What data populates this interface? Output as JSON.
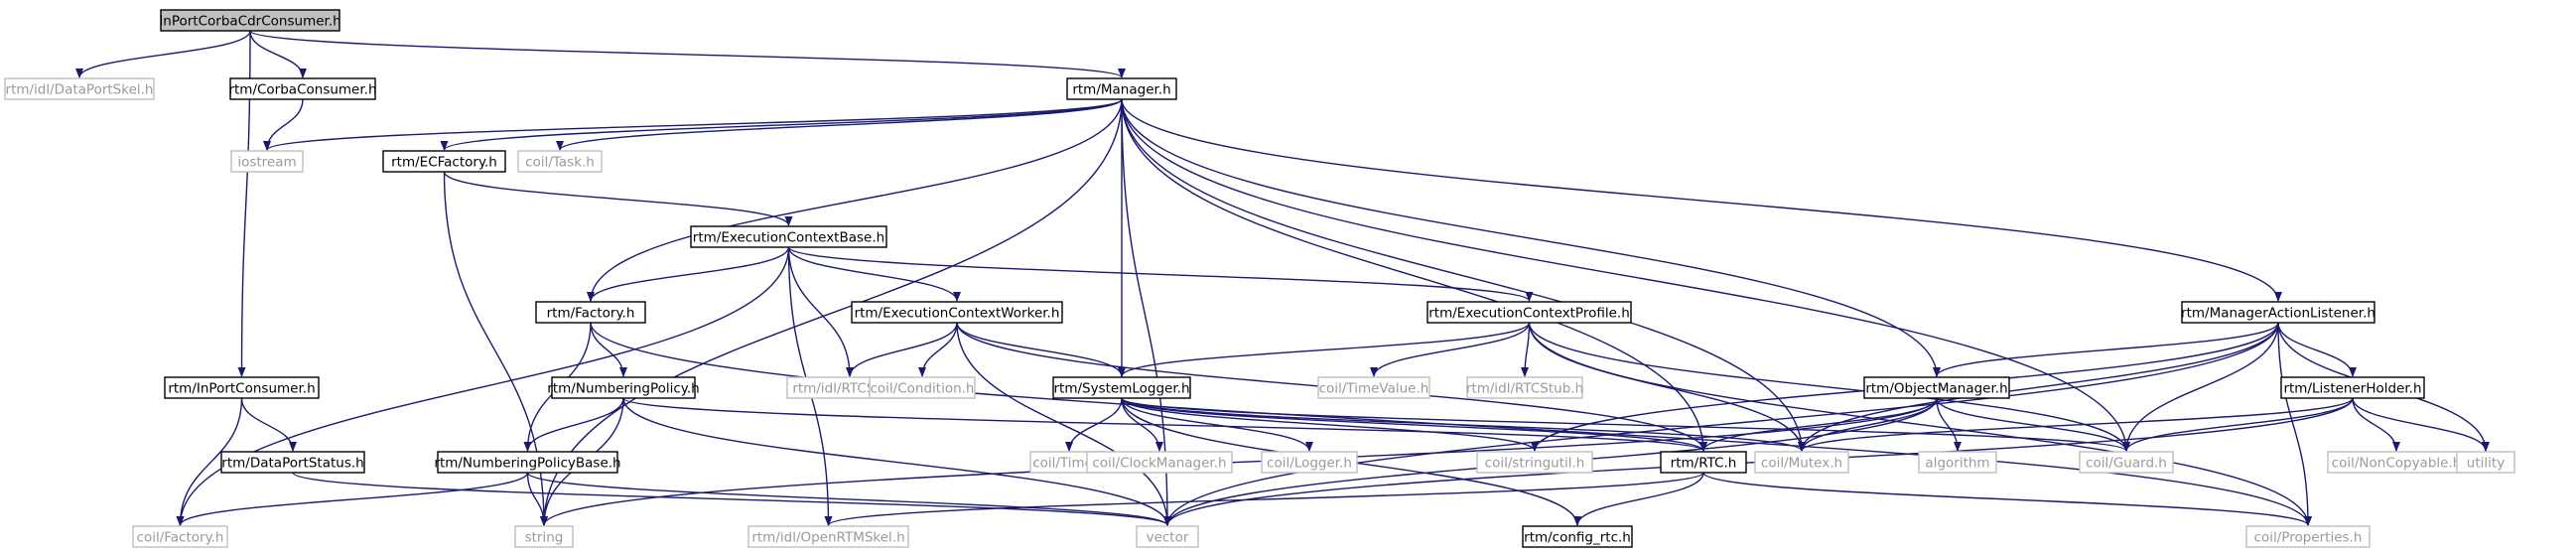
{
  "diagram": {
    "type": "include-dependency-graph",
    "nodes": [
      {
        "id": "root",
        "label": "InPortCorbaCdrConsumer.h",
        "kind": "root"
      },
      {
        "id": "dataportskel",
        "label": "rtm/idl/DataPortSkel.h",
        "kind": "external"
      },
      {
        "id": "corbaconsumer",
        "label": "rtm/CorbaConsumer.h",
        "kind": "local"
      },
      {
        "id": "manager",
        "label": "rtm/Manager.h",
        "kind": "local"
      },
      {
        "id": "iostream",
        "label": "iostream",
        "kind": "external"
      },
      {
        "id": "ecfactory",
        "label": "rtm/ECFactory.h",
        "kind": "local"
      },
      {
        "id": "task",
        "label": "coil/Task.h",
        "kind": "external"
      },
      {
        "id": "ecbase",
        "label": "rtm/ExecutionContextBase.h",
        "kind": "local"
      },
      {
        "id": "factory",
        "label": "rtm/Factory.h",
        "kind": "local"
      },
      {
        "id": "ecworker",
        "label": "rtm/ExecutionContextWorker.h",
        "kind": "local"
      },
      {
        "id": "ecprofile",
        "label": "rtm/ExecutionContextProfile.h",
        "kind": "local"
      },
      {
        "id": "mal",
        "label": "rtm/ManagerActionListener.h",
        "kind": "local"
      },
      {
        "id": "inportconsumer",
        "label": "rtm/InPortConsumer.h",
        "kind": "local"
      },
      {
        "id": "numpolicy",
        "label": "rtm/NumberingPolicy.h",
        "kind": "local"
      },
      {
        "id": "rtcskel",
        "label": "rtm/idl/RTCSkel.h",
        "kind": "external"
      },
      {
        "id": "condition",
        "label": "coil/Condition.h",
        "kind": "external"
      },
      {
        "id": "syslogger",
        "label": "rtm/SystemLogger.h",
        "kind": "local"
      },
      {
        "id": "timevalue",
        "label": "coil/TimeValue.h",
        "kind": "external"
      },
      {
        "id": "rtcstub",
        "label": "rtm/idl/RTCStub.h",
        "kind": "external"
      },
      {
        "id": "objmanager",
        "label": "rtm/ObjectManager.h",
        "kind": "local"
      },
      {
        "id": "listenerholder",
        "label": "rtm/ListenerHolder.h",
        "kind": "local"
      },
      {
        "id": "dataportstatus",
        "label": "rtm/DataPortStatus.h",
        "kind": "local"
      },
      {
        "id": "numpolicybase",
        "label": "rtm/NumberingPolicyBase.h",
        "kind": "local"
      },
      {
        "id": "time",
        "label": "coil/Time.h",
        "kind": "external"
      },
      {
        "id": "clockmanager",
        "label": "coil/ClockManager.h",
        "kind": "external"
      },
      {
        "id": "logger",
        "label": "coil/Logger.h",
        "kind": "external"
      },
      {
        "id": "stringutil",
        "label": "coil/stringutil.h",
        "kind": "external"
      },
      {
        "id": "rtc",
        "label": "rtm/RTC.h",
        "kind": "local"
      },
      {
        "id": "mutex",
        "label": "coil/Mutex.h",
        "kind": "external"
      },
      {
        "id": "algorithm",
        "label": "algorithm",
        "kind": "external"
      },
      {
        "id": "guard",
        "label": "coil/Guard.h",
        "kind": "external"
      },
      {
        "id": "noncopyable",
        "label": "coil/NonCopyable.h",
        "kind": "external"
      },
      {
        "id": "utility",
        "label": "utility",
        "kind": "external"
      },
      {
        "id": "coilfactory",
        "label": "coil/Factory.h",
        "kind": "external"
      },
      {
        "id": "string",
        "label": "string",
        "kind": "external"
      },
      {
        "id": "openrtmskel",
        "label": "rtm/idl/OpenRTMSkel.h",
        "kind": "external"
      },
      {
        "id": "vector",
        "label": "vector",
        "kind": "external"
      },
      {
        "id": "configrtc",
        "label": "rtm/config_rtc.h",
        "kind": "local"
      },
      {
        "id": "properties",
        "label": "coil/Properties.h",
        "kind": "external"
      }
    ],
    "edges": [
      [
        "root",
        "dataportskel"
      ],
      [
        "root",
        "corbaconsumer"
      ],
      [
        "root",
        "manager"
      ],
      [
        "root",
        "inportconsumer"
      ],
      [
        "corbaconsumer",
        "iostream"
      ],
      [
        "manager",
        "iostream"
      ],
      [
        "manager",
        "ecfactory"
      ],
      [
        "manager",
        "task"
      ],
      [
        "manager",
        "factory"
      ],
      [
        "manager",
        "syslogger"
      ],
      [
        "manager",
        "mal"
      ],
      [
        "manager",
        "objmanager"
      ],
      [
        "manager",
        "rtc"
      ],
      [
        "manager",
        "mutex"
      ],
      [
        "manager",
        "guard"
      ],
      [
        "manager",
        "string"
      ],
      [
        "manager",
        "vector"
      ],
      [
        "ecfactory",
        "ecbase"
      ],
      [
        "ecfactory",
        "string"
      ],
      [
        "ecbase",
        "factory"
      ],
      [
        "ecbase",
        "ecworker"
      ],
      [
        "ecbase",
        "ecprofile"
      ],
      [
        "ecbase",
        "rtcskel"
      ],
      [
        "ecbase",
        "openrtmskel"
      ],
      [
        "ecbase",
        "coilfactory"
      ],
      [
        "factory",
        "numpolicy"
      ],
      [
        "factory",
        "numpolicybase"
      ],
      [
        "factory",
        "properties"
      ],
      [
        "ecworker",
        "rtcskel"
      ],
      [
        "ecworker",
        "condition"
      ],
      [
        "ecworker",
        "syslogger"
      ],
      [
        "ecworker",
        "rtc"
      ],
      [
        "ecworker",
        "vector"
      ],
      [
        "ecprofile",
        "syslogger"
      ],
      [
        "ecprofile",
        "timevalue"
      ],
      [
        "ecprofile",
        "rtcstub"
      ],
      [
        "ecprofile",
        "mutex"
      ],
      [
        "ecprofile",
        "guard"
      ],
      [
        "ecprofile",
        "properties"
      ],
      [
        "mal",
        "objmanager"
      ],
      [
        "mal",
        "listenerholder"
      ],
      [
        "mal",
        "utility"
      ],
      [
        "mal",
        "properties"
      ],
      [
        "mal",
        "stringutil"
      ],
      [
        "mal",
        "mutex"
      ],
      [
        "mal",
        "guard"
      ],
      [
        "mal",
        "vector"
      ],
      [
        "inportconsumer",
        "dataportstatus"
      ],
      [
        "inportconsumer",
        "coilfactory"
      ],
      [
        "numpolicy",
        "numpolicybase"
      ],
      [
        "numpolicy",
        "string"
      ],
      [
        "numpolicy",
        "vector"
      ],
      [
        "numpolicy",
        "rtc"
      ],
      [
        "syslogger",
        "time"
      ],
      [
        "syslogger",
        "clockmanager"
      ],
      [
        "syslogger",
        "logger"
      ],
      [
        "syslogger",
        "stringutil"
      ],
      [
        "syslogger",
        "rtc"
      ],
      [
        "syslogger",
        "mutex"
      ],
      [
        "syslogger",
        "guard"
      ],
      [
        "syslogger",
        "configrtc"
      ],
      [
        "objmanager",
        "rtc"
      ],
      [
        "objmanager",
        "mutex"
      ],
      [
        "objmanager",
        "algorithm"
      ],
      [
        "objmanager",
        "guard"
      ],
      [
        "objmanager",
        "vector"
      ],
      [
        "objmanager",
        "string"
      ],
      [
        "listenerholder",
        "mutex"
      ],
      [
        "listenerholder",
        "guard"
      ],
      [
        "listenerholder",
        "noncopyable"
      ],
      [
        "listenerholder",
        "utility"
      ],
      [
        "listenerholder",
        "vector"
      ],
      [
        "dataportstatus",
        "vector"
      ],
      [
        "numpolicybase",
        "string"
      ],
      [
        "numpolicybase",
        "vector"
      ],
      [
        "numpolicybase",
        "coilfactory"
      ],
      [
        "rtc",
        "configrtc"
      ],
      [
        "rtc",
        "openrtmskel"
      ],
      [
        "rtc",
        "properties"
      ]
    ]
  },
  "colors": {
    "edge": "#191970",
    "root_fill": "#bfbfbf",
    "external_border": "#bfbfbf",
    "external_text": "#9a9a9a",
    "local_border": "#000000"
  }
}
